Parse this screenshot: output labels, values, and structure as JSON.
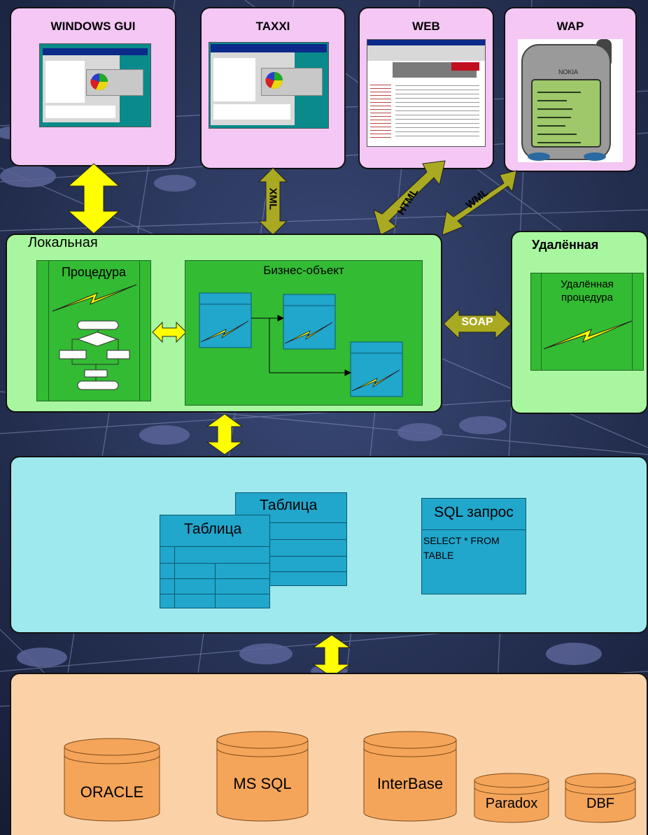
{
  "clients": {
    "windows_gui": "WINDOWS GUI",
    "taxxi": "TAXXI",
    "web": "WEB",
    "wap": "WAP"
  },
  "protocols": {
    "xml": "XML",
    "html": "HTML",
    "wml": "WML",
    "soap": "SOAP"
  },
  "local": {
    "title": "Локальная",
    "procedure": "Процедура",
    "business_object": "Бизнес-объект"
  },
  "remote": {
    "title": "Удалённая",
    "procedure": "Удалённая процедура"
  },
  "data_layer": {
    "table_back": "Таблица",
    "table_front": "Таблица",
    "sql_title": "SQL запрос",
    "sql_body": "SELECT * FROM TABLE"
  },
  "databases": [
    "ORACLE",
    "MS SQL",
    "InterBase",
    "Paradox",
    "DBF"
  ],
  "colors": {
    "client_box": "#f4c7f4",
    "logic_box": "#a8f7a0",
    "data_box": "#9de9ee",
    "db_box": "#fbd2a8",
    "arrow_yellow": "#ffff00",
    "arrow_olive": "#aaaa22",
    "table_blue": "#21a6cc",
    "db_orange": "#f5a55a"
  }
}
